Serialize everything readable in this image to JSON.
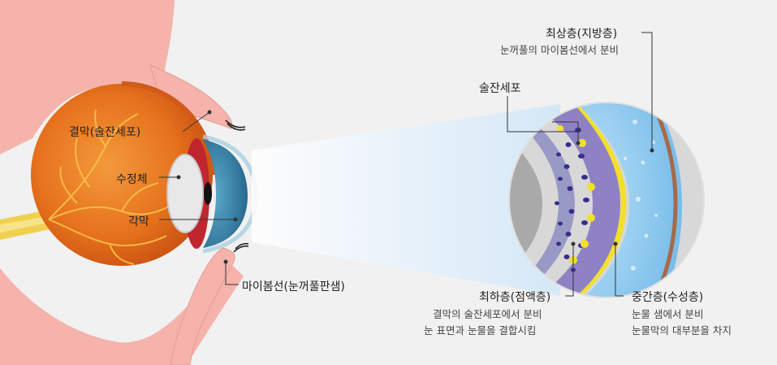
{
  "eye_labels": {
    "conjunctiva": "결막(술잔세포)",
    "lens": "수정체",
    "cornea": "각막",
    "meibomian": "마이봄선(눈꺼풀판샘)"
  },
  "film_labels": {
    "goblet": "술잔세포",
    "lipid_title": "최상층(지방층)",
    "lipid_desc": "눈꺼풀의 마이봄선에서 분비",
    "mucin_title": "최하층(점액층)",
    "mucin_desc1": "결막의 술잔세포에서 분비",
    "mucin_desc2": "눈 표면과 눈물을 결합시킴",
    "aqueous_title": "중간층(수성층)",
    "aqueous_desc1": "눈물 샘에서 분비",
    "aqueous_desc2": "눈물막의 대부분을 차지"
  },
  "colors": {
    "skin": "#f5b3ab",
    "eyeball": "#e8731f",
    "mucin": "#8e82c4",
    "lipid_line": "#f2e02b",
    "aqueous": "#8fc9ee",
    "gray": "#b3b3b3"
  }
}
